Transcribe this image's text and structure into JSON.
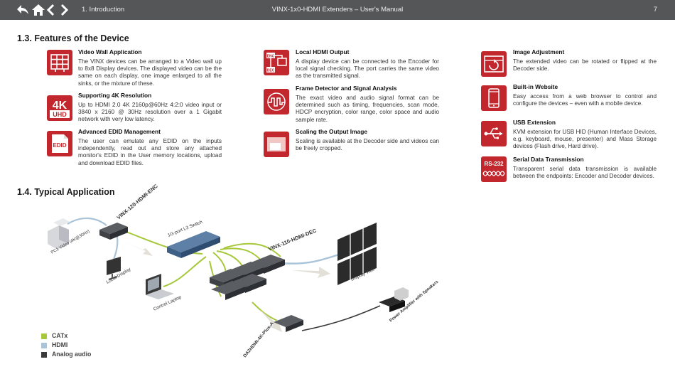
{
  "topbar": {
    "chapter": "1. Introduction",
    "title": "VINX-1x0-HDMI Extenders – User's Manual",
    "page": "7"
  },
  "sections": {
    "features_title": "1.3. Features of the Device",
    "application_title": "1.4. Typical Application"
  },
  "features": [
    {
      "title": "Video Wall Application",
      "desc": "The VINX devices can be arranged to a Video wall up to 8x8 Display devices. The displayed video can be the same on each display, one image enlarged to all the sinks, or the mixture of these.",
      "icon": "video-wall-icon"
    },
    {
      "title": "Supporting 4K Resolution",
      "desc": "Up to HDMI 2.0 4K 2160p@60Hz 4:2:0 video input or 3840 x 2160 @ 30Hz resolution over a 1 Gigabit network with very low latency.",
      "icon": "4k-uhd-icon"
    },
    {
      "title": "Advanced EDID Management",
      "desc": "The user can emulate any EDID on the inputs independently, read out and store any attached monitor's EDID in the User memory locations, upload and download EDID files.",
      "icon": "edid-icon"
    },
    {
      "title": "Local HDMI Output",
      "desc": "A display device can be connected to the Encoder for local signal checking. The port carries the same video as the transmitted signal.",
      "icon": "enc-dec-icon"
    },
    {
      "title": "Frame Detector and Signal Analysis",
      "desc": "The exact video and audio signal format can be determined such as timing, frequencies, scan mode, HDCP encryption, color range, color space and audio sample rate.",
      "icon": "frame-detector-icon"
    },
    {
      "title": "Scaling the Output Image",
      "desc": "Scaling is available at the Decoder side and videos can be freely cropped.",
      "icon": "scaling-icon"
    },
    {
      "title": "Image Adjustment",
      "desc": "The extended video can be rotated or flipped at the Decoder side.",
      "icon": "image-rotate-icon"
    },
    {
      "title": "Built-in Website",
      "desc": "Easy access from a web browser to control and configure the devices – even with a mobile device.",
      "icon": "mobile-device-icon"
    },
    {
      "title": "USB Extension",
      "desc": "KVM extension for USB HID (Human Interface Devices, e.g. keyboard, mouse, presenter) and Mass Storage devices (Flash drive, Hard drive).",
      "icon": "usb-icon"
    },
    {
      "title": "Serial Data Transmission",
      "desc": "Transparent serial data transmission is available between the endpoints: Encoder and Decoder devices.",
      "icon": "rs232-icon"
    }
  ],
  "icon_text": {
    "uhd_4k": "4K",
    "uhd": "UHD",
    "edid": "EDID",
    "enc": "ENC",
    "dec": "DEC",
    "rs232": "RS-232"
  },
  "diagram": {
    "encoder_label": "VINX-120-HDMI-ENC",
    "switch_label": "1G-port L3 Switch",
    "decoder_label": "VINX-110-HDMI-DEC",
    "pc_label": "PC1 Video (4K@30Hz)",
    "local_display_label": "Local Display",
    "laptop_label": "Control Laptop",
    "video_wall_label": "Display Wall",
    "amp_label": "Power Amplifier with Speakers",
    "da_label": "DA2HDMI-4K-Plus-A"
  },
  "legend": [
    {
      "label": "CATx",
      "color": "#a6c83a"
    },
    {
      "label": "HDMI",
      "color": "#a9c3d8"
    },
    {
      "label": "Analog audio",
      "color": "#3a3a3a"
    }
  ],
  "colors": {
    "topbar": "#555657",
    "icon_red": "#c1272d",
    "catx": "#a6c83a",
    "hdmi": "#a9c3d8",
    "audio": "#3a3a3a"
  }
}
